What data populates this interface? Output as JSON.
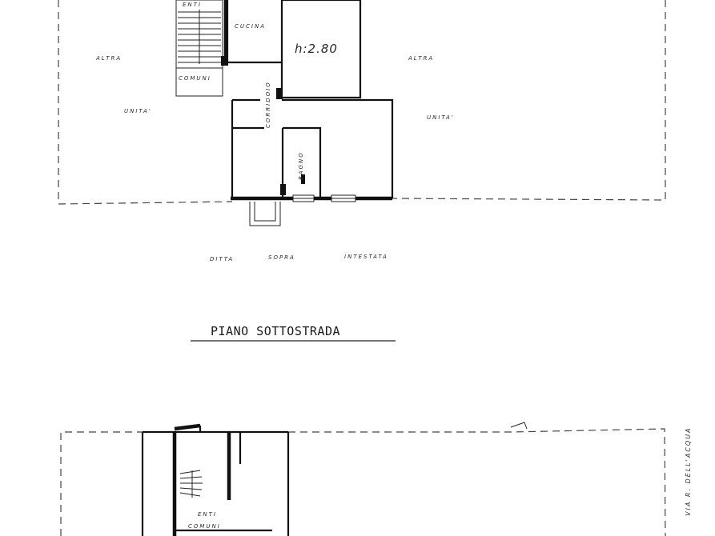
{
  "upper_plan": {
    "labels": {
      "stair_top": "ENTI",
      "kitchen": "CUCINA",
      "height": "h:2.80",
      "common": "COMUNI",
      "other_left": "ALTRA",
      "other_right": "ALTRA",
      "unit_left": "UNITA'",
      "unit_right": "UNITA'",
      "corridor": "CORRIDOIO",
      "bathroom": "BAGNO",
      "below_note_1": "DITTA",
      "below_note_2": "SOPRA",
      "below_note_3": "INTESTATA"
    }
  },
  "section_title": "PIANO SOTTOSTRADA",
  "lower_plan": {
    "labels": {
      "enti": "ENTI",
      "comuni": "COMUNI",
      "street": "VIA  R. DELL'ACQUA"
    }
  }
}
